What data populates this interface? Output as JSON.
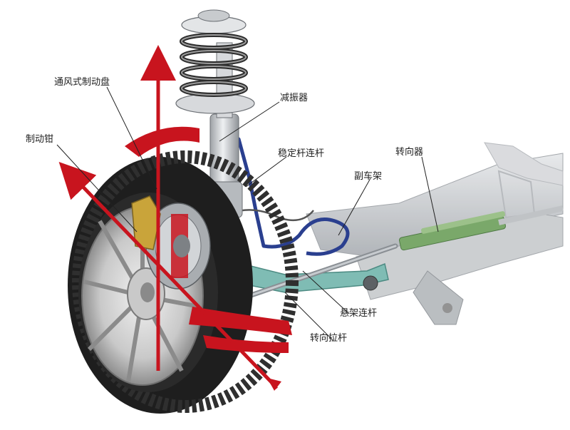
{
  "labels": {
    "vented_disc": "通风式制动盘",
    "brake_caliper": "制动钳",
    "shock_absorber": "减振器",
    "stabilizer_link": "稳定杆连杆",
    "steering_gear": "转向器",
    "subframe": "副车架",
    "control_arm": "悬架连杆",
    "tie_rod": "转向拉杆"
  },
  "colors": {
    "arrow_red": "#c8141e",
    "link_blue": "#2a3f8f",
    "control_arm_teal": "#7fbcb4",
    "steering_green": "#7aa86a",
    "tire_dark": "#1e1e1e",
    "metal_gray": "#b9bcc0"
  },
  "icons": [
    "up-arrow",
    "diagonal-arrow"
  ]
}
